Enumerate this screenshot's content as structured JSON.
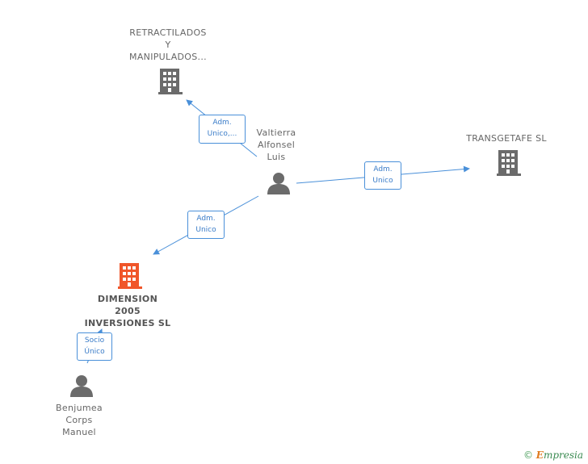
{
  "nodes": {
    "retractilados": {
      "lines": [
        "RETRACTILADOS",
        "Y",
        "MANIPULADOS..."
      ],
      "type": "company"
    },
    "transgetafe": {
      "lines": [
        "TRANSGETAFE SL"
      ],
      "type": "company"
    },
    "valtierra": {
      "lines": [
        "Valtierra",
        "Alfonsel",
        "Luis"
      ],
      "type": "person"
    },
    "dimension": {
      "lines": [
        "DIMENSION",
        "2005",
        "INVERSIONES SL"
      ],
      "type": "company-highlight"
    },
    "benjumea": {
      "lines": [
        "Benjumea",
        "Corps",
        "Manuel"
      ],
      "type": "person"
    }
  },
  "edges": {
    "to_retractilados": {
      "lines": [
        "Adm.",
        "Unico,..."
      ]
    },
    "to_transgetafe": {
      "lines": [
        "Adm.",
        "Unico"
      ]
    },
    "to_dimension": {
      "lines": [
        "Adm.",
        "Unico"
      ]
    },
    "benjumea_dimension": {
      "lines": [
        "Socio",
        "Único"
      ]
    }
  },
  "colors": {
    "company": "#6b6b6b",
    "highlight": "#f0562a",
    "person": "#6b6b6b",
    "edge": "#4a90d9"
  },
  "footer": {
    "copyright": "©",
    "brand_e": "E",
    "brand_rest": "mpresia"
  }
}
